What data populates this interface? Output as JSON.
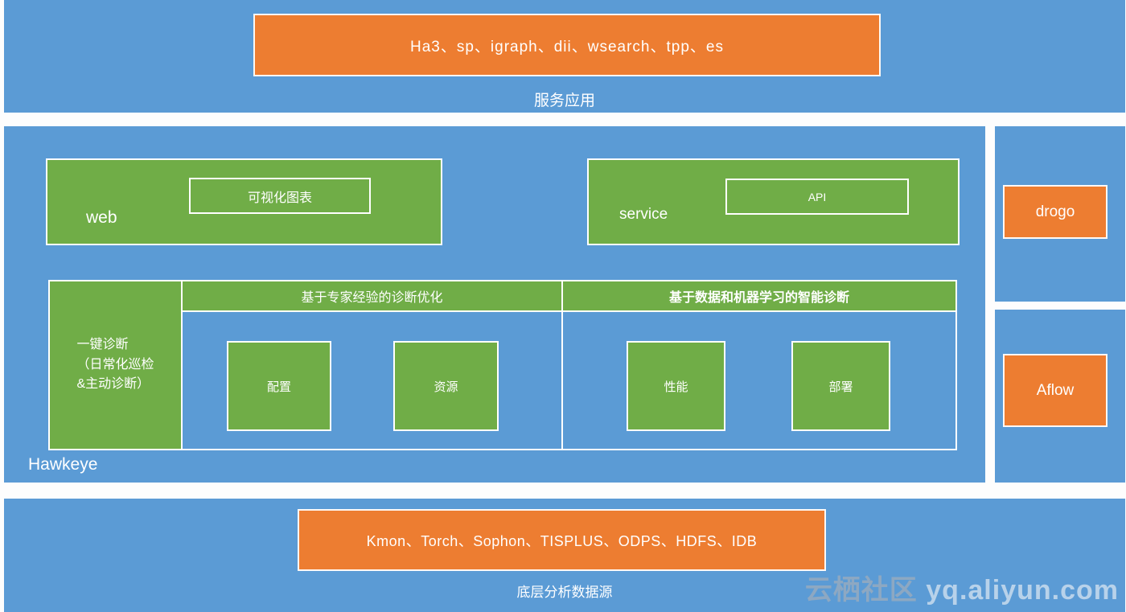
{
  "colors": {
    "blue": "#5B9BD5",
    "orange": "#ED7D31",
    "green": "#70AD47"
  },
  "top_band": {
    "box_label": "Ha3、sp、igraph、dii、wsearch、tpp、es",
    "caption": "服务应用"
  },
  "hawkeye": {
    "label": "Hawkeye",
    "web": {
      "label": "web",
      "inner": "可视化图表"
    },
    "service": {
      "label": "service",
      "inner": "API"
    },
    "diagnosis": {
      "one_click": "一键诊断\n（日常化巡检\n&主动诊断）",
      "expert": {
        "header": "基于专家经验的诊断优化",
        "items": [
          "配置",
          "资源"
        ]
      },
      "ml": {
        "header": "基于数据和机器学习的智能诊断",
        "items": [
          "性能",
          "部署"
        ]
      }
    }
  },
  "right": {
    "drogo": "drogo",
    "aflow": "Aflow"
  },
  "bottom_band": {
    "box_label": "Kmon、Torch、Sophon、TISPLUS、ODPS、HDFS、IDB",
    "caption": "底层分析数据源"
  },
  "watermark": {
    "cn": "云栖社区",
    "en": "yq.aliyun.com"
  }
}
